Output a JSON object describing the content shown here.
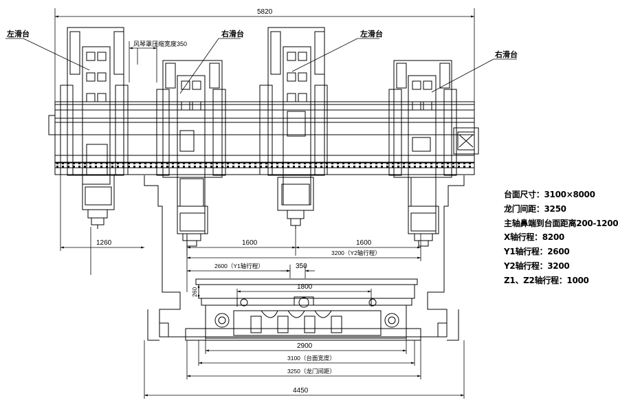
{
  "labels": {
    "slide_left_1": "左滑台",
    "slide_right_1": "右滑台",
    "slide_left_2": "左滑台",
    "slide_right_2": "右滑台",
    "bellows_note": "风琴罩压缩宽度350"
  },
  "dimensions": {
    "overall_width": "5820",
    "d1260": "1260",
    "d1600_a": "1600",
    "d1600_b": "1600",
    "y1_travel": "2600（Y1轴行程）",
    "y2_travel": "3200（Y2轴行程）",
    "d350": "350",
    "d1800": "1800",
    "d260": "260",
    "d2900": "2900",
    "table_width": "3100（台面宽度）",
    "gantry_spacing": "3250（龙门间距）",
    "base_width": "4450"
  },
  "specs": [
    "台面尺寸：3100×8000",
    "龙门间距：3250",
    "主轴鼻端到台面距离200-1200",
    "X轴行程：8200",
    "Y1轴行程：2600",
    "Y2轴行程：3200",
    "Z1、Z2轴行程：1000"
  ],
  "colors": {
    "line": "#000000",
    "background": "#ffffff"
  }
}
